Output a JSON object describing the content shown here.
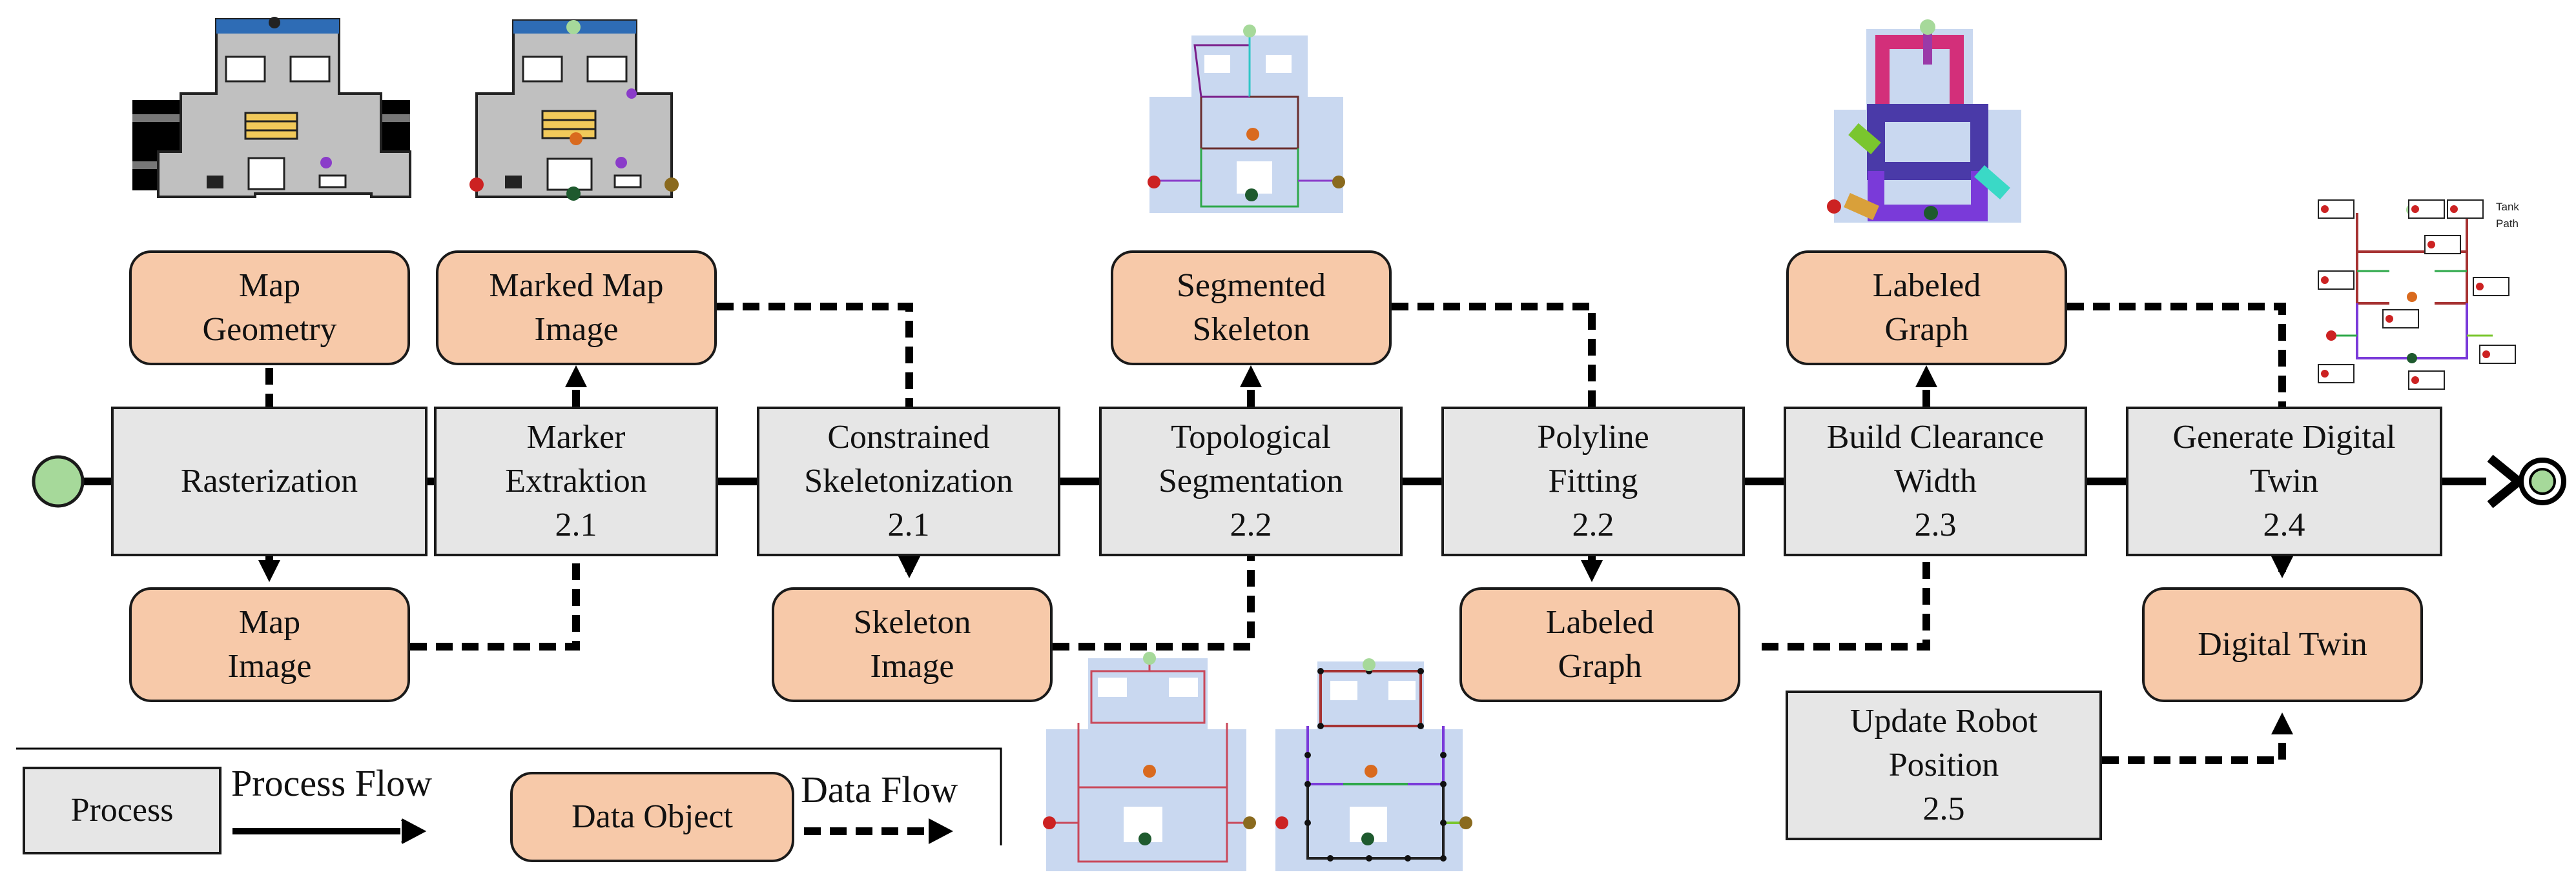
{
  "processes": [
    {
      "id": "rasterization",
      "label": "Rasterization"
    },
    {
      "id": "marker-extraktion",
      "label": "Marker\nExtraktion\n2.1"
    },
    {
      "id": "constrained-skeletonization",
      "label": "Constrained\nSkeletonization\n2.1"
    },
    {
      "id": "topological-segmentation",
      "label": "Topological\nSegmentation\n2.2"
    },
    {
      "id": "polyline-fitting",
      "label": "Polyline\nFitting\n2.2"
    },
    {
      "id": "build-clearance-width",
      "label": "Build Clearance\nWidth\n2.3"
    },
    {
      "id": "generate-digital-twin",
      "label": "Generate Digital\nTwin\n2.4"
    },
    {
      "id": "update-robot-position",
      "label": "Update Robot\nPosition\n2.5"
    }
  ],
  "data_objects": [
    {
      "id": "map-geometry",
      "label": "Map\nGeometry"
    },
    {
      "id": "marked-map-image",
      "label": "Marked Map\nImage"
    },
    {
      "id": "segmented-skeleton",
      "label": "Segmented\nSkeleton"
    },
    {
      "id": "labeled-graph-top",
      "label": "Labeled\nGraph"
    },
    {
      "id": "map-image",
      "label": "Map\nImage"
    },
    {
      "id": "skeleton-image",
      "label": "Skeleton\nImage"
    },
    {
      "id": "labeled-graph-bottom",
      "label": "Labeled\nGraph"
    },
    {
      "id": "digital-twin",
      "label": "Digital Twin"
    }
  ],
  "legend": {
    "process": "Process",
    "process_flow": "Process Flow",
    "data_object": "Data Object",
    "data_flow": "Data Flow"
  },
  "colors": {
    "process_fill": "#e6e6e6",
    "data_fill": "#f7c9a9",
    "start_node": "#a6d99a",
    "map_floor": "#c0c0c0",
    "map_top_bar": "#2e6cb5",
    "skeleton_bg": "#c9d8f0"
  },
  "twin_labels": {
    "tank": "Tank",
    "path": "Path"
  }
}
